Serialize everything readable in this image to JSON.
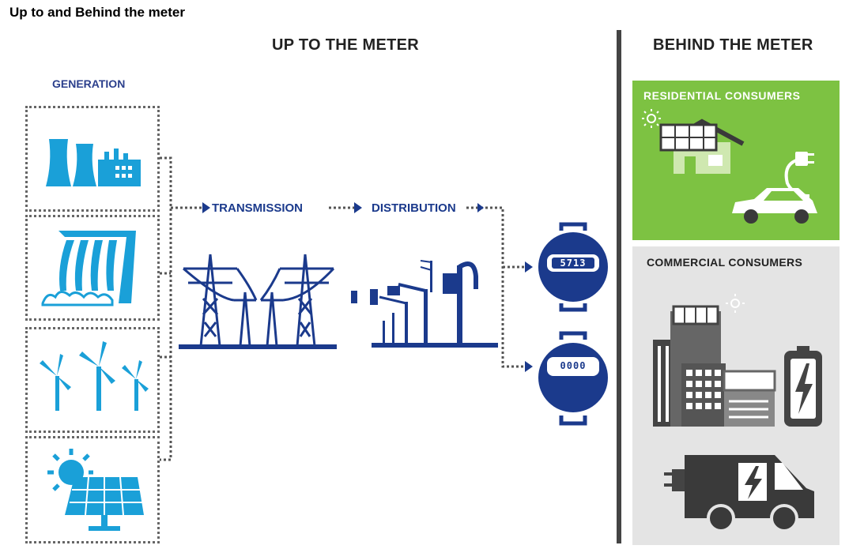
{
  "title": "Up to and Behind the meter",
  "sections": {
    "up_to_meter": "UP TO THE METER",
    "behind_meter": "BEHIND THE METER"
  },
  "generation": {
    "label": "GENERATION",
    "items": [
      "nuclear-plant-icon",
      "hydro-dam-icon",
      "wind-turbines-icon",
      "solar-panel-icon"
    ]
  },
  "flow": {
    "transmission": "TRANSMISSION",
    "distribution": "DISTRIBUTION"
  },
  "meters": {
    "digital_reading": "5713",
    "analog_reading": "0000"
  },
  "consumers": {
    "residential": "RESIDENTIAL CONSUMERS",
    "commercial": "COMMERCIAL CONSUMERS"
  },
  "colors": {
    "generation_blue": "#1aa0d8",
    "grid_navy": "#1b3a8c",
    "residential_green": "#7dc242",
    "commercial_gray": "#e4e4e4",
    "icon_dark": "#3a3a3a"
  }
}
